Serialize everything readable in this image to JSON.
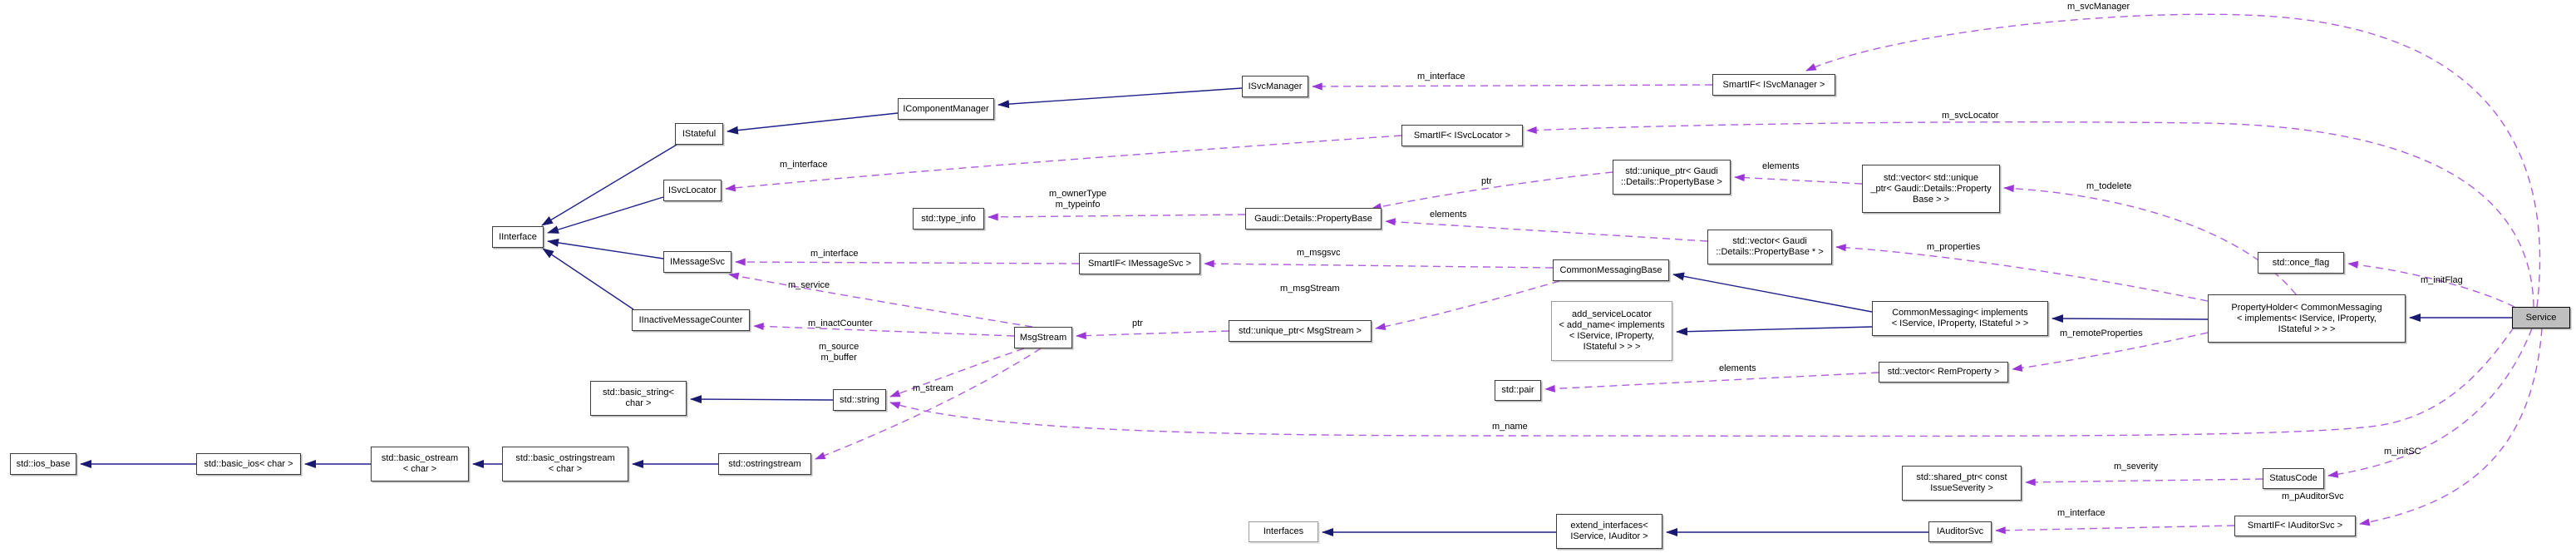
{
  "diagram": {
    "kind": "doxygen-collaboration-graph",
    "main_class": "Service",
    "colors": {
      "inheritance_edge": "#21218A",
      "usage_edge": "#AE5FDD",
      "usage_arrowhead": "#9B37D6",
      "node_border": "#3D3D3D",
      "helper_node_border": "#9C9C9C",
      "main_node_fill": "#BFBFBF",
      "background": "#FFFFFF"
    },
    "nodes": [
      {
        "id": "ios-base",
        "label": "std::ios_base"
      },
      {
        "id": "basic-ios",
        "label": "std::basic_ios< char >"
      },
      {
        "id": "basic-ostream",
        "label": "std::basic_ostream\n< char >"
      },
      {
        "id": "basic-ostringstream",
        "label": "std::basic_ostringstream\n< char >"
      },
      {
        "id": "ostringstream",
        "label": "std::ostringstream"
      },
      {
        "id": "basic-string",
        "label": "std::basic_string<\nchar >"
      },
      {
        "id": "string",
        "label": "std::string"
      },
      {
        "id": "iinterface",
        "label": "IInterface"
      },
      {
        "id": "istateful",
        "label": "IStateful"
      },
      {
        "id": "isvclocator",
        "label": "ISvcLocator"
      },
      {
        "id": "icomponentmanager",
        "label": "IComponentManager"
      },
      {
        "id": "isvcmanager",
        "label": "ISvcManager"
      },
      {
        "id": "smartif-isvcmanager",
        "label": "SmartIF< ISvcManager >"
      },
      {
        "id": "smartif-isvclocator",
        "label": "SmartIF< ISvcLocator >"
      },
      {
        "id": "imessagesvc",
        "label": "IMessageSvc"
      },
      {
        "id": "iinactivemessagecounter",
        "label": "IInactiveMessageCounter"
      },
      {
        "id": "msgstream",
        "label": "MsgStream"
      },
      {
        "id": "unique-ptr-msgstream",
        "label": "std::unique_ptr< MsgStream >"
      },
      {
        "id": "smartif-imessagesvc",
        "label": "SmartIF< IMessageSvc >"
      },
      {
        "id": "type-info",
        "label": "std::type_info"
      },
      {
        "id": "propertybase",
        "label": "Gaudi::Details::PropertyBase"
      },
      {
        "id": "unique-ptr-propertybase",
        "label": "std::unique_ptr< Gaudi\n::Details::PropertyBase >"
      },
      {
        "id": "vector-unique-ptr-propertybase",
        "label": "std::vector< std::unique\n_ptr< Gaudi::Details::Property\nBase > >"
      },
      {
        "id": "commonmessagingbase",
        "label": "CommonMessagingBase"
      },
      {
        "id": "add-servicelocator",
        "label": "add_serviceLocator\n< add_name< implements\n< IService, IProperty,\nIStateful > > >"
      },
      {
        "id": "vector-propertybase-ptr",
        "label": "std::vector< Gaudi\n::Details::PropertyBase * >"
      },
      {
        "id": "commonmessaging",
        "label": "CommonMessaging< implements\n< IService, IProperty, IStateful > >"
      },
      {
        "id": "propertyholder",
        "label": "PropertyHolder< CommonMessaging\n< implements< IService, IProperty,\nIStateful > > >"
      },
      {
        "id": "once-flag",
        "label": "std::once_flag"
      },
      {
        "id": "service",
        "label": "Service"
      },
      {
        "id": "vector-remproperty",
        "label": "std::vector< RemProperty >"
      },
      {
        "id": "pair",
        "label": "std::pair"
      },
      {
        "id": "shared-ptr-issueseverity",
        "label": "std::shared_ptr< const\nIssueSeverity >"
      },
      {
        "id": "statuscode",
        "label": "StatusCode"
      },
      {
        "id": "smartif-iauditorsvc",
        "label": "SmartIF< IAuditorSvc >"
      },
      {
        "id": "iauditorsvc",
        "label": "IAuditorSvc"
      },
      {
        "id": "extend-interfaces",
        "label": "extend_interfaces<\nIService, IAuditor >"
      },
      {
        "id": "interfaces",
        "label": "Interfaces"
      }
    ],
    "edges": [
      {
        "from": "basic-ios",
        "to": "ios-base",
        "kind": "inheritance",
        "label": ""
      },
      {
        "from": "basic-ostream",
        "to": "basic-ios",
        "kind": "inheritance",
        "label": ""
      },
      {
        "from": "basic-ostringstream",
        "to": "basic-ostream",
        "kind": "inheritance",
        "label": ""
      },
      {
        "from": "ostringstream",
        "to": "basic-ostringstream",
        "kind": "inheritance",
        "label": ""
      },
      {
        "from": "string",
        "to": "basic-string",
        "kind": "inheritance",
        "label": ""
      },
      {
        "from": "istateful",
        "to": "iinterface",
        "kind": "inheritance",
        "label": ""
      },
      {
        "from": "isvclocator",
        "to": "iinterface",
        "kind": "inheritance",
        "label": ""
      },
      {
        "from": "imessagesvc",
        "to": "iinterface",
        "kind": "inheritance",
        "label": ""
      },
      {
        "from": "iinactivemessagecounter",
        "to": "iinterface",
        "kind": "inheritance",
        "label": ""
      },
      {
        "from": "icomponentmanager",
        "to": "istateful",
        "kind": "inheritance",
        "label": ""
      },
      {
        "from": "isvcmanager",
        "to": "icomponentmanager",
        "kind": "inheritance",
        "label": ""
      },
      {
        "from": "commonmessaging",
        "to": "commonmessagingbase",
        "kind": "inheritance",
        "label": ""
      },
      {
        "from": "commonmessaging",
        "to": "add-servicelocator",
        "kind": "inheritance",
        "label": ""
      },
      {
        "from": "propertyholder",
        "to": "commonmessaging",
        "kind": "inheritance",
        "label": ""
      },
      {
        "from": "service",
        "to": "propertyholder",
        "kind": "inheritance",
        "label": ""
      },
      {
        "from": "extend-interfaces",
        "to": "interfaces",
        "kind": "inheritance",
        "label": ""
      },
      {
        "from": "iauditorsvc",
        "to": "extend-interfaces",
        "kind": "inheritance",
        "label": ""
      },
      {
        "from": "smartif-isvcmanager",
        "to": "isvcmanager",
        "kind": "usage",
        "label": "m_interface"
      },
      {
        "from": "service",
        "to": "smartif-isvcmanager",
        "kind": "usage",
        "label": "m_svcManager"
      },
      {
        "from": "smartif-isvclocator",
        "to": "isvclocator",
        "kind": "usage",
        "label": "m_interface"
      },
      {
        "from": "service",
        "to": "smartif-isvclocator",
        "kind": "usage",
        "label": "m_svcLocator"
      },
      {
        "from": "propertybase",
        "to": "type-info",
        "kind": "usage",
        "label": "m_ownerType\nm_typeinfo"
      },
      {
        "from": "unique-ptr-propertybase",
        "to": "propertybase",
        "kind": "usage",
        "label": "ptr"
      },
      {
        "from": "vector-unique-ptr-propertybase",
        "to": "unique-ptr-propertybase",
        "kind": "usage",
        "label": "elements"
      },
      {
        "from": "propertyholder",
        "to": "vector-unique-ptr-propertybase",
        "kind": "usage",
        "label": "m_todelete"
      },
      {
        "from": "vector-propertybase-ptr",
        "to": "propertybase",
        "kind": "usage",
        "label": "elements"
      },
      {
        "from": "propertyholder",
        "to": "vector-propertybase-ptr",
        "kind": "usage",
        "label": "m_properties"
      },
      {
        "from": "commonmessagingbase",
        "to": "smartif-imessagesvc",
        "kind": "usage",
        "label": "m_msgsvc"
      },
      {
        "from": "smartif-imessagesvc",
        "to": "imessagesvc",
        "kind": "usage",
        "label": "m_interface"
      },
      {
        "from": "commonmessagingbase",
        "to": "unique-ptr-msgstream",
        "kind": "usage",
        "label": "m_msgStream"
      },
      {
        "from": "unique-ptr-msgstream",
        "to": "msgstream",
        "kind": "usage",
        "label": "ptr"
      },
      {
        "from": "msgstream",
        "to": "imessagesvc",
        "kind": "usage",
        "label": "m_service"
      },
      {
        "from": "msgstream",
        "to": "iinactivemessagecounter",
        "kind": "usage",
        "label": "m_inactCounter"
      },
      {
        "from": "msgstream",
        "to": "string",
        "kind": "usage",
        "label": "m_source\nm_buffer"
      },
      {
        "from": "msgstream",
        "to": "ostringstream",
        "kind": "usage",
        "label": "m_stream"
      },
      {
        "from": "service",
        "to": "once-flag",
        "kind": "usage",
        "label": "m_initFlag"
      },
      {
        "from": "service",
        "to": "statuscode",
        "kind": "usage",
        "label": "m_initSC"
      },
      {
        "from": "statuscode",
        "to": "shared-ptr-issueseverity",
        "kind": "usage",
        "label": "m_severity"
      },
      {
        "from": "service",
        "to": "smartif-iauditorsvc",
        "kind": "usage",
        "label": "m_pAuditorSvc"
      },
      {
        "from": "smartif-iauditorsvc",
        "to": "iauditorsvc",
        "kind": "usage",
        "label": "m_interface"
      },
      {
        "from": "service",
        "to": "string",
        "kind": "usage",
        "label": "m_name"
      },
      {
        "from": "propertyholder",
        "to": "vector-remproperty",
        "kind": "usage",
        "label": "m_remoteProperties"
      },
      {
        "from": "vector-remproperty",
        "to": "pair",
        "kind": "usage",
        "label": "elements"
      }
    ]
  }
}
